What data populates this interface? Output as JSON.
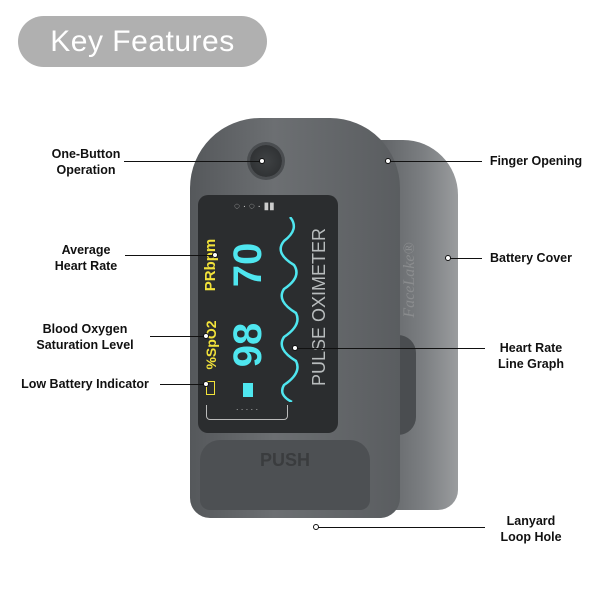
{
  "title": "Key Features",
  "labels": {
    "one_button": "One-Button\nOperation",
    "avg_hr": "Average\nHeart Rate",
    "spo2": "Blood Oxygen\nSaturation Level",
    "low_batt": "Low Battery Indicator",
    "finger": "Finger Opening",
    "battery_cover": "Battery Cover",
    "hr_graph": "Heart Rate\nLine Graph",
    "lanyard": "Lanyard\nLoop Hole"
  },
  "device": {
    "spo2_label": "%SpO2",
    "pr_label": "PRbpm",
    "spo2_value": "98",
    "pr_value": "70",
    "name": "PULSE OXIMETER",
    "push": "PUSH",
    "brand": "FaceLake®"
  },
  "colors": {
    "cyan": "#4fe6ef",
    "yellow": "#f2e23a",
    "pill": "#b0b0b0"
  }
}
